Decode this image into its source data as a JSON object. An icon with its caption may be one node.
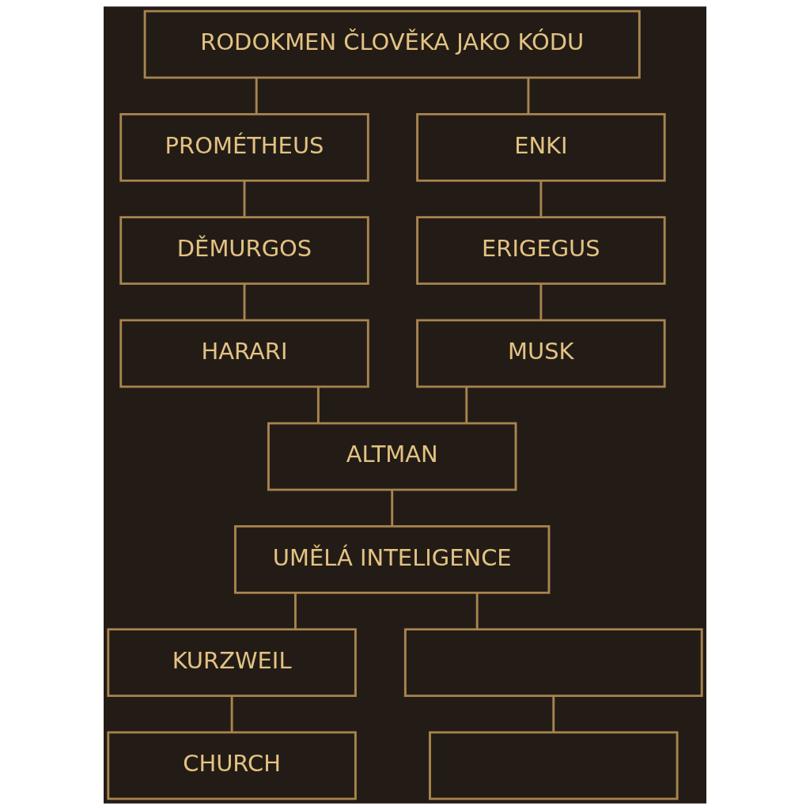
{
  "diagram": {
    "nodes": [
      {
        "text": [
          "RODOKMEN ČLOVĚKA JAKO KÓDU"
        ]
      },
      {
        "text": [
          "PROMÉTHEUS"
        ]
      },
      {
        "text": [
          "ENKI"
        ]
      },
      {
        "text": [
          "DĚMURGOS"
        ]
      },
      {
        "text": [
          "ERIGEGUS"
        ]
      },
      {
        "text": [
          "HARARI"
        ]
      },
      {
        "text": [
          "MUSK"
        ]
      },
      {
        "text": [
          "ALTMAN"
        ]
      },
      {
        "text": [
          "UMĚLÁ INTELIGENCE"
        ]
      },
      {
        "text": [
          "KURZWEIL"
        ]
      },
      {
        "text": [],
        "shape": "box"
      },
      {
        "text": [
          "CHURCH"
        ]
      },
      {
        "text": [],
        "shape": "box"
      }
    ],
    "edges": [
      {
        "from": 0,
        "to": 1,
        "arrow": "none"
      },
      {
        "from": 0,
        "to": 2,
        "arrow": "none"
      },
      {
        "from": 1,
        "to": 3,
        "arrow": "none"
      },
      {
        "from": 2,
        "to": 4,
        "arrow": "none"
      },
      {
        "from": 3,
        "to": 5,
        "arrow": "none"
      },
      {
        "from": 4,
        "to": 6,
        "arrow": "none"
      },
      {
        "from": 5,
        "to": 7,
        "arrow": "none"
      },
      {
        "from": 6,
        "to": 7,
        "arrow": "none"
      },
      {
        "from": 7,
        "to": 8,
        "arrow": "none"
      },
      {
        "from": 8,
        "to": 9,
        "arrow": "none"
      },
      {
        "from": 8,
        "to": 10,
        "arrow": "none"
      },
      {
        "from": 9,
        "to": 11,
        "arrow": "none"
      },
      {
        "from": 10,
        "to": 12,
        "arrow": "none"
      }
    ]
  }
}
